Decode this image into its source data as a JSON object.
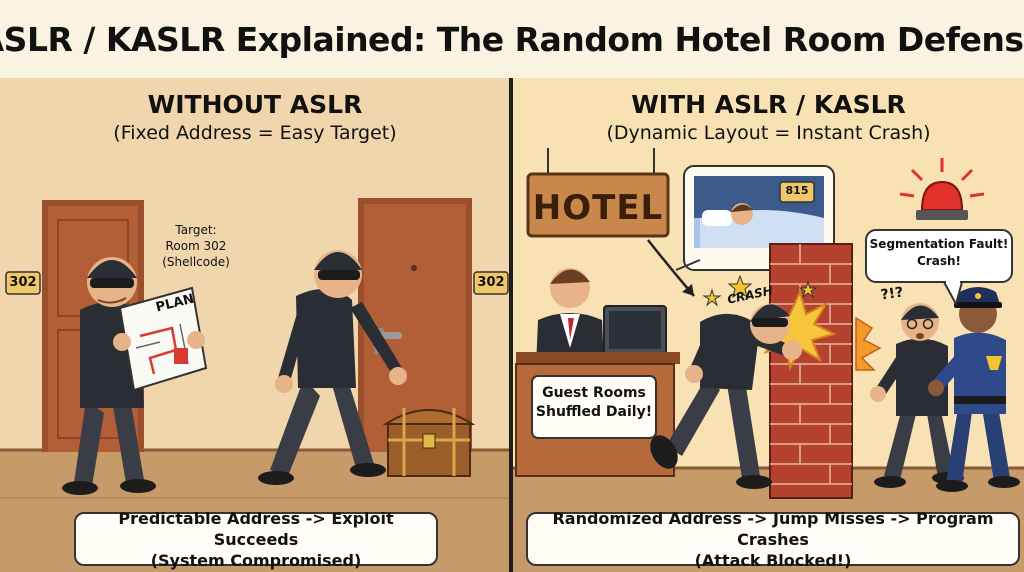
{
  "title": "ASLR / KASLR Explained: The Random Hotel Room Defense",
  "left_panel": {
    "heading": "WITHOUT ASLR",
    "subheading": "(Fixed Address = Easy Target)",
    "door_number_left": "302",
    "door_number_right": "302",
    "target_note": {
      "line1": "Target:",
      "line2": "Room 302",
      "line3": "(Shellcode)"
    },
    "plan_label": "PLAN",
    "caption": {
      "line1": "Predictable Address -> Exploit Succeeds",
      "line2": "(System Compromised)"
    }
  },
  "right_panel": {
    "heading": "WITH ASLR / KASLR",
    "subheading": "(Dynamic Layout = Instant Crash)",
    "hotel_sign": "HOTEL",
    "room_screen_number": "815",
    "crash_text": "CRASH",
    "desk_sign": {
      "line1": "Guest Rooms",
      "line2": "Shuffled Daily!"
    },
    "speech_bubble": {
      "line1": "Segmentation Fault!",
      "line2": "Crash!"
    },
    "confused_text": "?!?",
    "caption": {
      "line1": "Randomized Address -> Jump Misses -> Program Crashes",
      "line2": "(Attack Blocked!)"
    }
  },
  "colors": {
    "wall_left": "#f1d5ac",
    "wall_right": "#f8e2b3",
    "floor": "#c79a6a",
    "door": "#b25e36",
    "divider": "#1d1d1d",
    "thief": "#2a2d34",
    "brick": "#b4422e",
    "police": "#2f4a8a",
    "hotel_sign": "#c8874b"
  }
}
